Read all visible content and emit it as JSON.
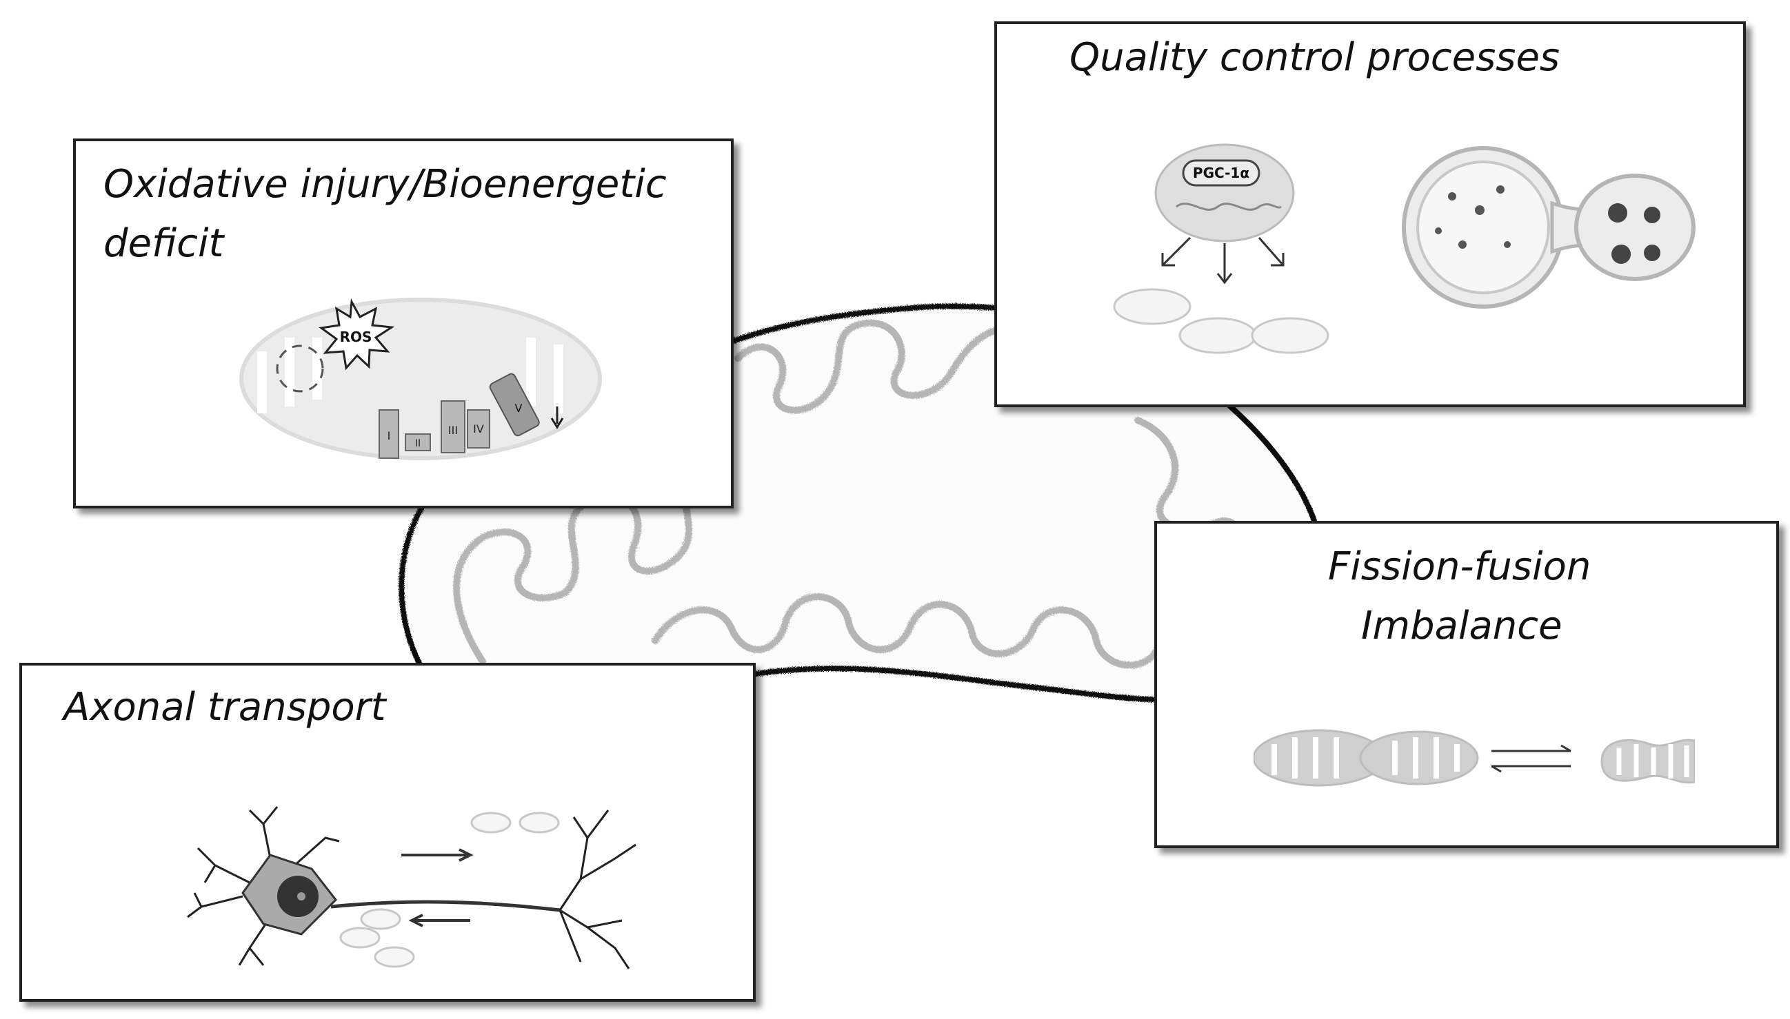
{
  "panels": {
    "oxidative": {
      "title": "Oxidative injury/Bioenergetic deficit",
      "labels": {
        "ros": "ROS",
        "complex_1": "I",
        "complex_2": "II",
        "complex_3": "III",
        "complex_4": "IV",
        "complex_5": "V"
      }
    },
    "quality": {
      "title": "Quality control processes",
      "labels": {
        "pgc": "PGC-1α"
      }
    },
    "fission": {
      "title_line1": "Fission-fusion",
      "title_line2": "Imbalance"
    },
    "axonal": {
      "title": "Axonal transport"
    }
  },
  "colors": {
    "panel_border": "#222222",
    "mito_outline": "#111111",
    "cristae": "#b5b5b5",
    "light_gray": "#d9d9d9",
    "mid_gray": "#9a9a9a"
  }
}
